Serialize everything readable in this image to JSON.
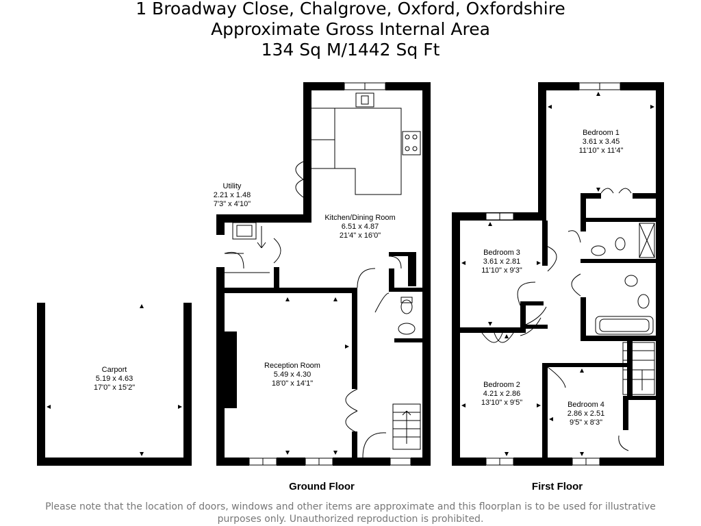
{
  "header": {
    "address": "1 Broadway Close, Chalgrove, Oxford, Oxfordshire",
    "area_title": "Approximate Gross Internal Area",
    "area_value": "134 Sq M/1442 Sq Ft"
  },
  "floors": {
    "ground": "Ground Floor",
    "first": "First Floor"
  },
  "rooms": {
    "utility": {
      "name": "Utility",
      "metric": "2.21 x 1.48",
      "imperial": "7'3\" x 4'10\""
    },
    "kitchen": {
      "name": "Kitchen/Dining Room",
      "metric": "6.51 x 4.87",
      "imperial": "21'4\" x 16'0\""
    },
    "reception": {
      "name": "Reception Room",
      "metric": "5.49 x 4.30",
      "imperial": "18'0\" x 14'1\""
    },
    "carport": {
      "name": "Carport",
      "metric": "5.19 x 4.63",
      "imperial": "17'0\" x 15'2\""
    },
    "bedroom1": {
      "name": "Bedroom 1",
      "metric": "3.61 x 3.45",
      "imperial": "11'10\" x 11'4\""
    },
    "bedroom2": {
      "name": "Bedroom 2",
      "metric": "4.21 x 2.86",
      "imperial": "13'10\" x 9'5\""
    },
    "bedroom3": {
      "name": "Bedroom 3",
      "metric": "3.61 x 2.81",
      "imperial": "11'10\" x 9'3\""
    },
    "bedroom4": {
      "name": "Bedroom 4",
      "metric": "2.86 x 2.51",
      "imperial": "9'5\" x 8'3\""
    }
  },
  "disclaimer": {
    "line1": "Please note that the location of doors, windows and other items are approximate and this floorplan is to be used for illustrative",
    "line2": "purposes only. Unauthorized reproduction is prohibited."
  }
}
